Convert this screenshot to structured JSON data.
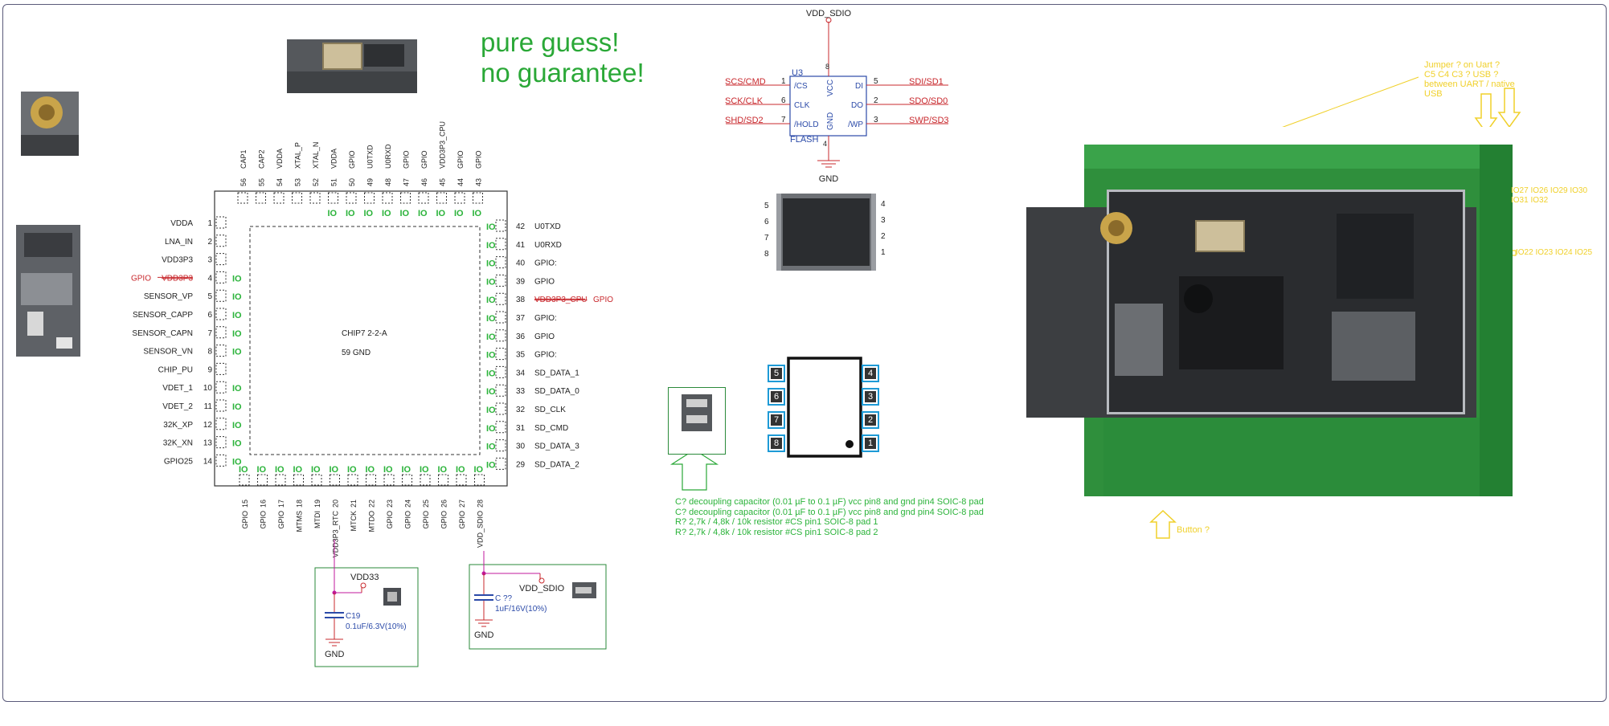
{
  "headline": {
    "line1": "pure guess!",
    "line2": "no guarantee!"
  },
  "chip": {
    "label": "CHIP7 2-2-A",
    "gnd_label": "59  GND",
    "io_text": "IO",
    "left_pins": [
      {
        "num": "1",
        "name": "VDDA",
        "io": false
      },
      {
        "num": "2",
        "name": "LNA_IN",
        "io": false
      },
      {
        "num": "3",
        "name": "VDD3P3",
        "io": false
      },
      {
        "num": "4",
        "name": "VDD3P3",
        "io": true,
        "struck": true,
        "alt": "GPIO"
      },
      {
        "num": "5",
        "name": "SENSOR_VP",
        "io": true
      },
      {
        "num": "6",
        "name": "SENSOR_CAPP",
        "io": true
      },
      {
        "num": "7",
        "name": "SENSOR_CAPN",
        "io": true
      },
      {
        "num": "8",
        "name": "SENSOR_VN",
        "io": true
      },
      {
        "num": "9",
        "name": "CHIP_PU",
        "io": false
      },
      {
        "num": "10",
        "name": "VDET_1",
        "io": true
      },
      {
        "num": "11",
        "name": "VDET_2",
        "io": true
      },
      {
        "num": "12",
        "name": "32K_XP",
        "io": true
      },
      {
        "num": "13",
        "name": "32K_XN",
        "io": true
      },
      {
        "num": "14",
        "name": "GPIO25",
        "io": true
      }
    ],
    "right_pins": [
      {
        "num": "42",
        "name": "U0TXD",
        "io": true
      },
      {
        "num": "41",
        "name": "U0RXD",
        "io": true
      },
      {
        "num": "40",
        "name": "GPIO:",
        "io": true
      },
      {
        "num": "39",
        "name": "GPIO",
        "io": true
      },
      {
        "num": "38",
        "name": "VDD3P3_CPU",
        "io": true,
        "struck": true,
        "alt": "GPIO"
      },
      {
        "num": "37",
        "name": "GPIO:",
        "io": true
      },
      {
        "num": "36",
        "name": "GPIO",
        "io": true
      },
      {
        "num": "35",
        "name": "GPIO:",
        "io": true
      },
      {
        "num": "34",
        "name": "SD_DATA_1",
        "io": true
      },
      {
        "num": "33",
        "name": "SD_DATA_0",
        "io": true
      },
      {
        "num": "32",
        "name": "SD_CLK",
        "io": true
      },
      {
        "num": "31",
        "name": "SD_CMD",
        "io": true
      },
      {
        "num": "30",
        "name": "SD_DATA_3",
        "io": true
      },
      {
        "num": "29",
        "name": "SD_DATA_2",
        "io": true
      }
    ],
    "top_pins": [
      {
        "num": "56",
        "name": "CAP1",
        "io": false
      },
      {
        "num": "55",
        "name": "CAP2",
        "io": false
      },
      {
        "num": "54",
        "name": "VDDA",
        "io": false
      },
      {
        "num": "53",
        "name": "XTAL_P",
        "io": false
      },
      {
        "num": "52",
        "name": "XTAL_N",
        "io": false
      },
      {
        "num": "51",
        "name": "VDDA",
        "io": true
      },
      {
        "num": "50",
        "name": "GPIO",
        "io": true
      },
      {
        "num": "49",
        "name": "U0TXD",
        "io": true
      },
      {
        "num": "48",
        "name": "U0RXD",
        "io": true
      },
      {
        "num": "47",
        "name": "GPIO",
        "io": true
      },
      {
        "num": "46",
        "name": "GPIO",
        "io": true
      },
      {
        "num": "45",
        "name": "VDD3P3_CPU",
        "io": true
      },
      {
        "num": "44",
        "name": "GPIO",
        "io": true
      },
      {
        "num": "43",
        "name": "GPIO",
        "io": true
      }
    ],
    "bottom_pins": [
      {
        "num": "15",
        "name": "GPIO",
        "io": true
      },
      {
        "num": "16",
        "name": "GPIO",
        "io": true
      },
      {
        "num": "17",
        "name": "GPIO",
        "io": true
      },
      {
        "num": "18",
        "name": "MTMS",
        "io": true
      },
      {
        "num": "19",
        "name": "MTDI",
        "io": true
      },
      {
        "num": "20",
        "name": "VDD3P3_RTC",
        "io": true
      },
      {
        "num": "21",
        "name": "MTCK",
        "io": true
      },
      {
        "num": "22",
        "name": "MTDO",
        "io": true
      },
      {
        "num": "23",
        "name": "GPIO",
        "io": true
      },
      {
        "num": "24",
        "name": "GPIO",
        "io": true
      },
      {
        "num": "25",
        "name": "GPIO",
        "io": true
      },
      {
        "num": "26",
        "name": "GPIO",
        "io": true
      },
      {
        "num": "27",
        "name": "GPIO",
        "io": true
      },
      {
        "num": "28",
        "name": "VDD_SDIO",
        "io": true
      }
    ]
  },
  "vdd33_box": {
    "net": "VDD33",
    "cap_ref": "C19",
    "cap_value": "0.1uF/6.3V(10%)",
    "gnd": "GND"
  },
  "vddsdio_box": {
    "net": "VDD_SDIO",
    "cap_ref": "C ??",
    "cap_value": "1uF/16V(10%)",
    "gnd": "GND"
  },
  "flash": {
    "ref": "U3",
    "name": "FLASH",
    "top_net": "VDD_SDIO",
    "gnd": "GND",
    "vcc_pin": "8",
    "gnd_pin": "4",
    "vcc_label": "VCC",
    "gnd_label": "GND",
    "left": [
      {
        "num": "1",
        "inner": "/CS",
        "net": "SCS/CMD"
      },
      {
        "num": "6",
        "inner": "CLK",
        "net": "SCK/CLK"
      },
      {
        "num": "7",
        "inner": "/HOLD",
        "net": "SHD/SD2"
      }
    ],
    "right": [
      {
        "num": "5",
        "inner": "DI",
        "net": "SDI/SD1"
      },
      {
        "num": "2",
        "inner": "DO",
        "net": "SDO/SD0"
      },
      {
        "num": "3",
        "inner": "/WP",
        "net": "SWP/SD3"
      }
    ]
  },
  "soic_photo_pins": {
    "left": [
      "5",
      "6",
      "7",
      "8"
    ],
    "right": [
      "4",
      "3",
      "2",
      "1"
    ]
  },
  "soic_diagram_pins": {
    "left": [
      "5",
      "6",
      "7",
      "8"
    ],
    "right": [
      "4",
      "3",
      "2",
      "1"
    ]
  },
  "notes": [
    "C? decoupling capacitor (0.01 µF to 0.1 µF) vcc pin8 and gnd pin4 SOIC-8 pad",
    "C? decoupling capacitor (0.01 µF to 0.1 µF) vcc pin8 and gnd pin4 SOIC-8 pad",
    "R? 2,7k / 4,8k / 10k resistor #CS pin1 SOIC-8 pad 1",
    "R? 2,7k / 4,8k / 10k resistor #CS pin1 SOIC-8 pad 2"
  ],
  "annotations": {
    "jumper": [
      "Jumper ? on Uart ?",
      "C5 C4 C3 ? USB ?",
      "between UART / native",
      "USB"
    ],
    "io_row1": [
      "IO27 IO26 IO29 IO30",
      "IO31 IO32"
    ],
    "io_row2": "IO22 IO23 IO24  IO25",
    "button": "Button ?"
  },
  "colors": {
    "pin_green": "#2bb33a",
    "net_red": "#c8282d",
    "box_border": "#2a8a3a",
    "annot_yellow": "#f0d02a",
    "pin_blue": "#1e9ad6",
    "magenta": "#c0189c"
  }
}
